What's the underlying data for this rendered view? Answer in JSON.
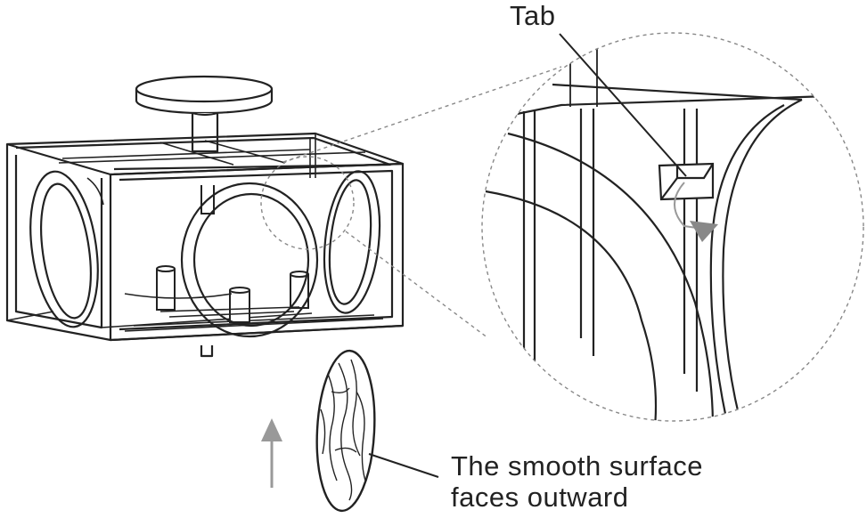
{
  "labels": {
    "tab": "Tab",
    "note_line1": "The smooth surface",
    "note_line2": "faces outward"
  },
  "colors": {
    "ink": "#222222",
    "arrow": "#999999",
    "leader": "#888888"
  }
}
